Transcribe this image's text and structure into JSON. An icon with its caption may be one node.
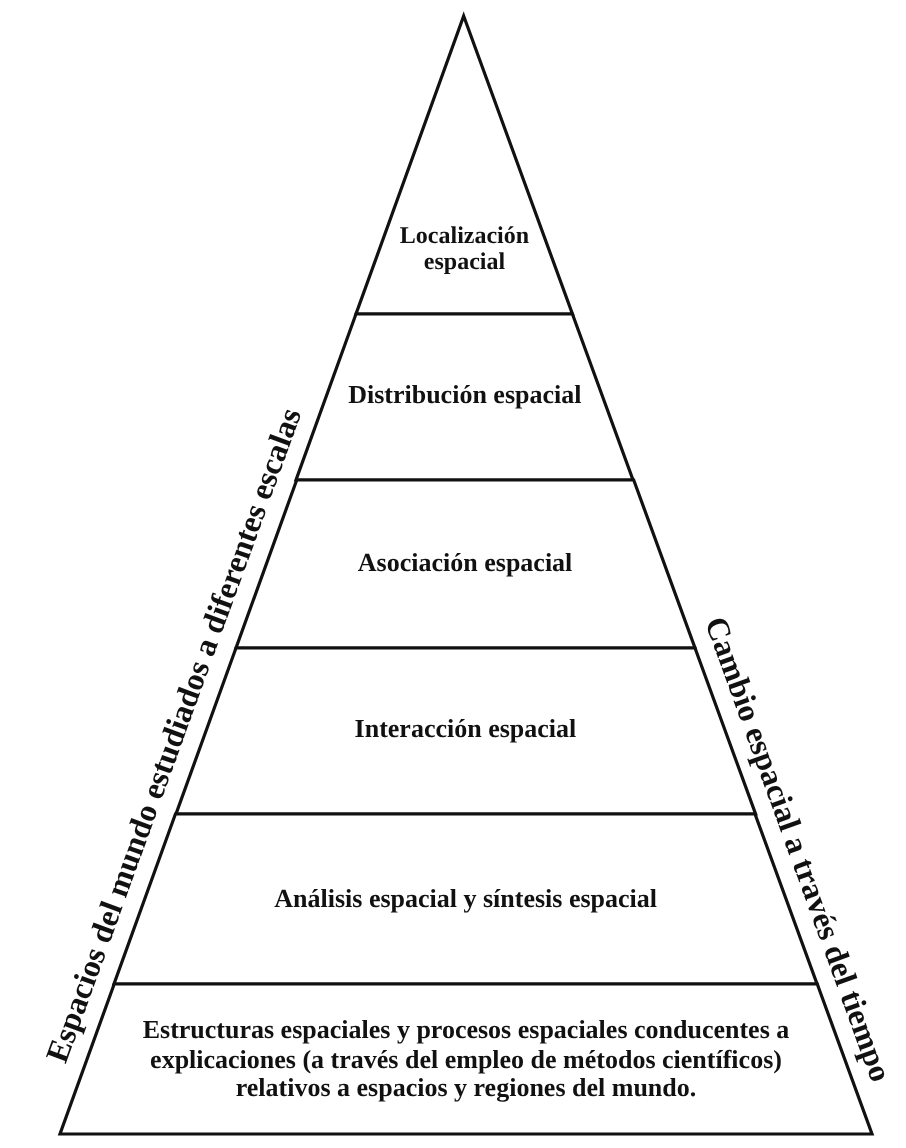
{
  "diagram": {
    "nodes": [
      {
        "text": [
          "Localización espacial"
        ]
      },
      {
        "text": [
          "Distribución espacial"
        ]
      },
      {
        "text": [
          "Asociación espacial"
        ]
      },
      {
        "text": [
          "Interacción espacial"
        ]
      },
      {
        "text": [
          "Análisis espacial y síntesis espacial"
        ]
      },
      {
        "text": [
          "Estructuras espaciales y procesos espaciales conducentes a explicaciones (a través del empleo de métodos científicos) relativos a espacios y regiones del mundo."
        ]
      }
    ],
    "labels": [
      "Espacios del mundo estudiados a diferentes escalas",
      "Cambio espacial a través del tiempo"
    ]
  }
}
